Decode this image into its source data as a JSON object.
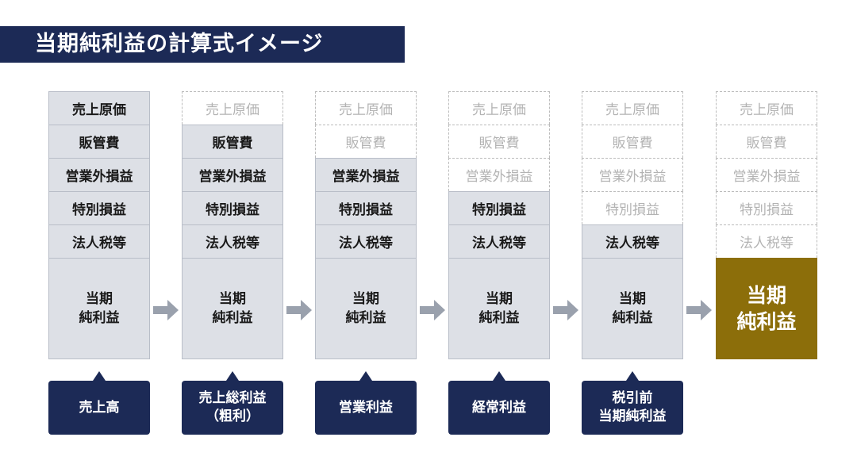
{
  "title": "当期純利益の計算式イメージ",
  "items": [
    "売上原価",
    "販管費",
    "営業外損益",
    "特別損益",
    "法人税等"
  ],
  "net_income_lines": [
    "当期",
    "純利益"
  ],
  "columns": [
    {
      "active_from": 0,
      "label_lines": [
        "売上高"
      ]
    },
    {
      "active_from": 1,
      "label_lines": [
        "売上総利益",
        "（粗利）"
      ]
    },
    {
      "active_from": 2,
      "label_lines": [
        "営業利益"
      ]
    },
    {
      "active_from": 3,
      "label_lines": [
        "経常利益"
      ]
    },
    {
      "active_from": 4,
      "label_lines": [
        "税引前",
        "当期純利益"
      ]
    },
    {
      "active_from": 5,
      "label_lines": []
    }
  ],
  "colors": {
    "navy": "#1c2a56",
    "cell_fill": "#dde0e6",
    "final_gold": "#8c6e0a",
    "ghost_text": "#b3b3b3",
    "arrow": "#9aa1ad"
  }
}
